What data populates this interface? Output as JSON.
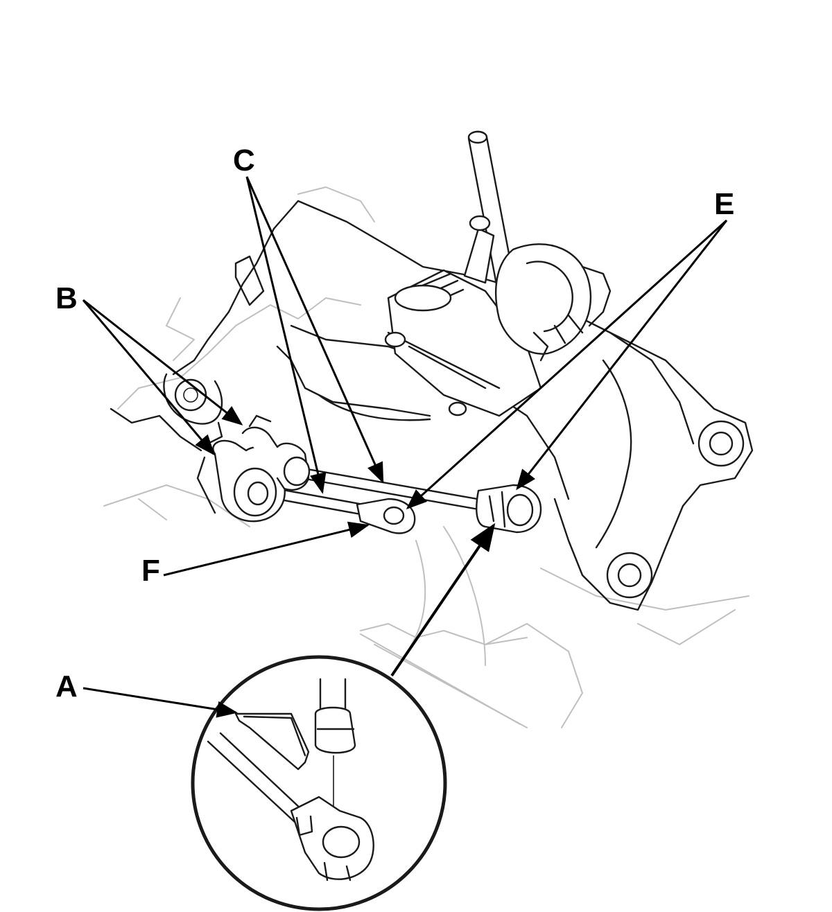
{
  "callouts": {
    "a": "A",
    "b": "B",
    "c": "C",
    "e": "E",
    "f": "F"
  }
}
